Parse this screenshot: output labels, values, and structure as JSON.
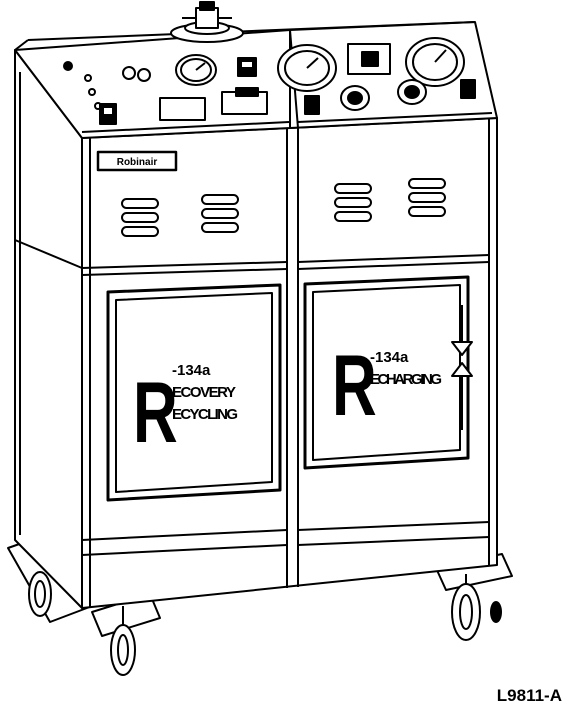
{
  "figure": {
    "reference": "L9811-A",
    "ink_color": "#000000",
    "paper_color": "#ffffff"
  },
  "left_unit": {
    "brand_plate": "Robinair",
    "sign": {
      "big_letter": "R",
      "code": "-134a",
      "line1": "ECOVERY",
      "line2": "ECYCLING"
    }
  },
  "right_unit": {
    "sign": {
      "big_letter": "R",
      "code": "-134a",
      "line1": "ECHARGING"
    }
  }
}
